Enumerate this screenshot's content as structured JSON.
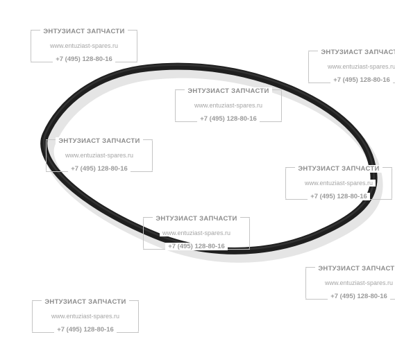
{
  "watermark": {
    "company": "ЭНТУЗИАСТ ЗАПЧАСТИ",
    "website": "www.entuziast-spares.ru",
    "phone": "+7 (495) 128-80-16"
  },
  "colors": {
    "belt": "#1f1f1f",
    "watermark_text": "#9a9a9a",
    "background": "#ffffff"
  }
}
